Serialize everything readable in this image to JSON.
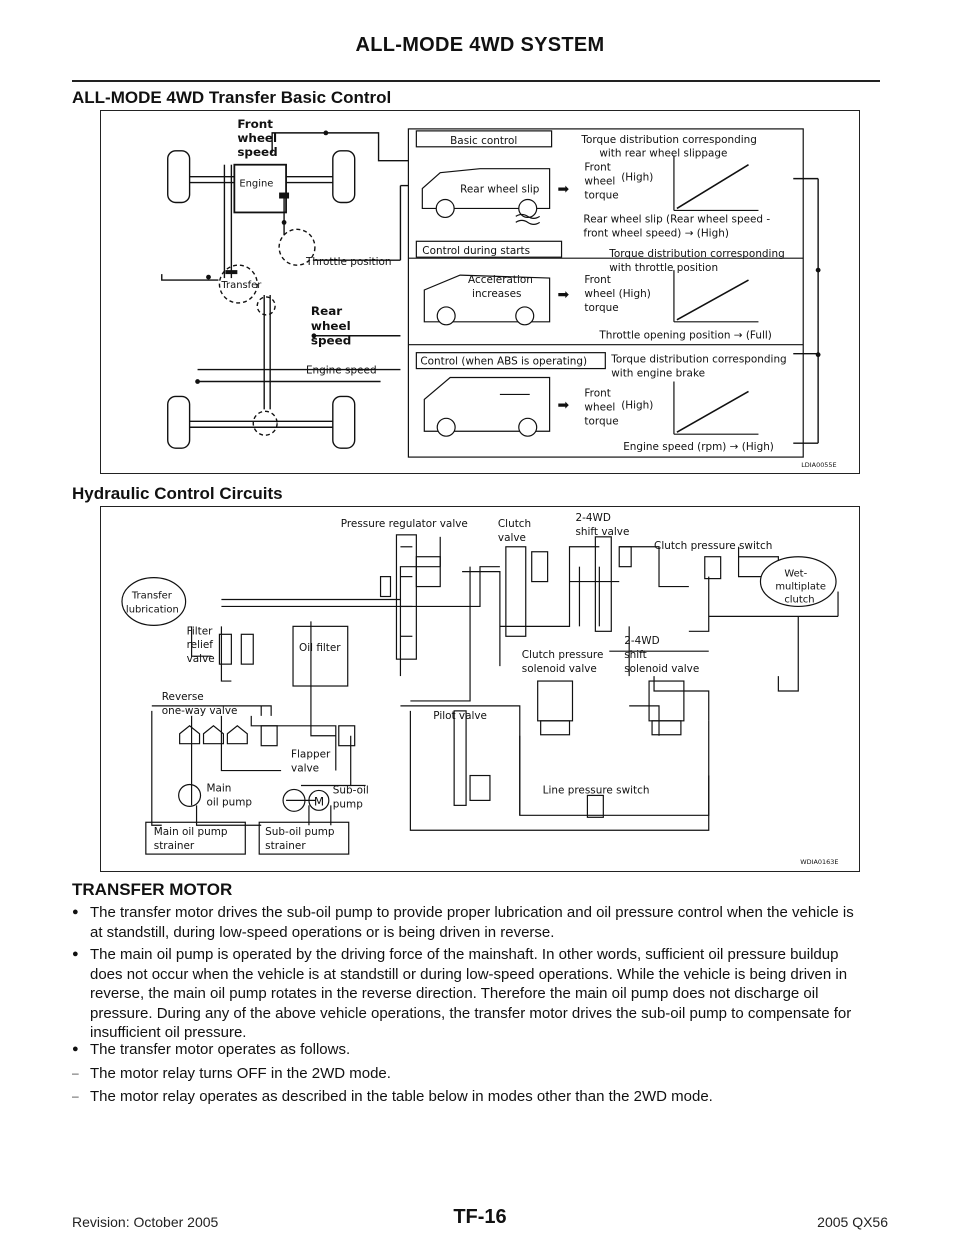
{
  "header": {
    "title": "ALL-MODE 4WD SYSTEM"
  },
  "section1": {
    "heading": "ALL-MODE 4WD Transfer Basic Control",
    "figure_code": "LDIA0055E",
    "left": {
      "front_wheel_speed": [
        "Front",
        "wheel",
        "speed"
      ],
      "engine": "Engine",
      "transfer": "Transfer",
      "throttle_position": "Throttle position",
      "rear_wheel_speed": [
        "Rear",
        "wheel",
        "speed"
      ],
      "engine_speed": "Engine speed"
    },
    "panels": [
      {
        "title": "Basic control",
        "desc": [
          "Torque distribution corresponding",
          "with rear wheel slippage"
        ],
        "car_label": [
          "Rear wheel slip"
        ],
        "y_label": [
          "Front",
          "wheel",
          "torque"
        ],
        "y_high": "(High)",
        "x_label": [
          "Rear wheel slip (Rear wheel speed -",
          "front wheel speed) → (High)"
        ]
      },
      {
        "title": "Control during starts",
        "desc": [
          "Torque distribution corresponding",
          "with throttle position"
        ],
        "car_label": [
          "Acceleration",
          "increases"
        ],
        "y_label": [
          "Front",
          "wheel (High)",
          "torque"
        ],
        "y_high": "",
        "x_label": [
          "Throttle opening position → (Full)"
        ]
      },
      {
        "title": "Control (when ABS is operating)",
        "desc": [
          "Torque distribution corresponding",
          "with engine brake"
        ],
        "car_label": [],
        "y_label": [
          "Front",
          "wheel",
          "torque"
        ],
        "y_high": "(High)",
        "x_label": [
          "Engine speed (rpm) → (High)"
        ]
      }
    ]
  },
  "section2": {
    "heading": "Hydraulic Control Circuits",
    "figure_code": "WDIA0163E",
    "labels": {
      "pressure_regulator_valve": "Pressure regulator valve",
      "clutch_valve": [
        "Clutch",
        "valve"
      ],
      "shift_valve_2_4wd": [
        "2-4WD",
        "shift valve"
      ],
      "clutch_pressure_switch": "Clutch pressure switch",
      "wet_multiplate_clutch": [
        "Wet-",
        "multiplate",
        "clutch"
      ],
      "transfer_lubrication": [
        "Transfer",
        "lubrication"
      ],
      "filter_relief_valve": [
        "Filter",
        "relief",
        "valve"
      ],
      "oil_filter": "Oil filter",
      "clutch_pressure_solenoid_valve": [
        "Clutch pressure",
        "solenoid valve"
      ],
      "shift_solenoid_valve_2_4wd": [
        "2-4WD",
        "shift",
        "solenoid valve"
      ],
      "reverse_one_way_valve": [
        "Reverse",
        "one-way valve"
      ],
      "pilot_valve": "Pilot valve",
      "flapper_valve": [
        "Flapper",
        "valve"
      ],
      "main_oil_pump": [
        "Main",
        "oil pump"
      ],
      "motor": "M",
      "sub_oil_pump": [
        "Sub-oil",
        "pump"
      ],
      "line_pressure_switch": "Line pressure switch",
      "main_oil_pump_strainer": [
        "Main oil pump",
        "strainer"
      ],
      "sub_oil_pump_strainer": [
        "Sub-oil pump",
        "strainer"
      ]
    }
  },
  "section3": {
    "heading": "TRANSFER MOTOR",
    "bullets": [
      "The transfer motor drives the sub-oil pump to provide proper lubrication and oil pressure control when the vehicle is at standstill, during low-speed operations or is being driven in reverse.",
      "The main oil pump is operated by the driving force of the mainshaft. In other words, sufficient oil pressure buildup does not occur when the vehicle is at standstill or during low-speed operations. While the vehicle is being driven in reverse, the main oil pump rotates in the reverse direction. Therefore the main oil pump does not discharge oil pressure. During any of the above vehicle operations, the transfer motor drives the sub-oil pump to compensate for insufficient oil pressure.",
      "The transfer motor operates as follows."
    ],
    "dashes": [
      "The motor relay turns OFF in the 2WD mode.",
      "The motor relay operates as described in the table below in modes other than the 2WD mode."
    ]
  },
  "footer": {
    "revision": "Revision: October 2005",
    "page": "TF-16",
    "model": "2005 QX56"
  }
}
